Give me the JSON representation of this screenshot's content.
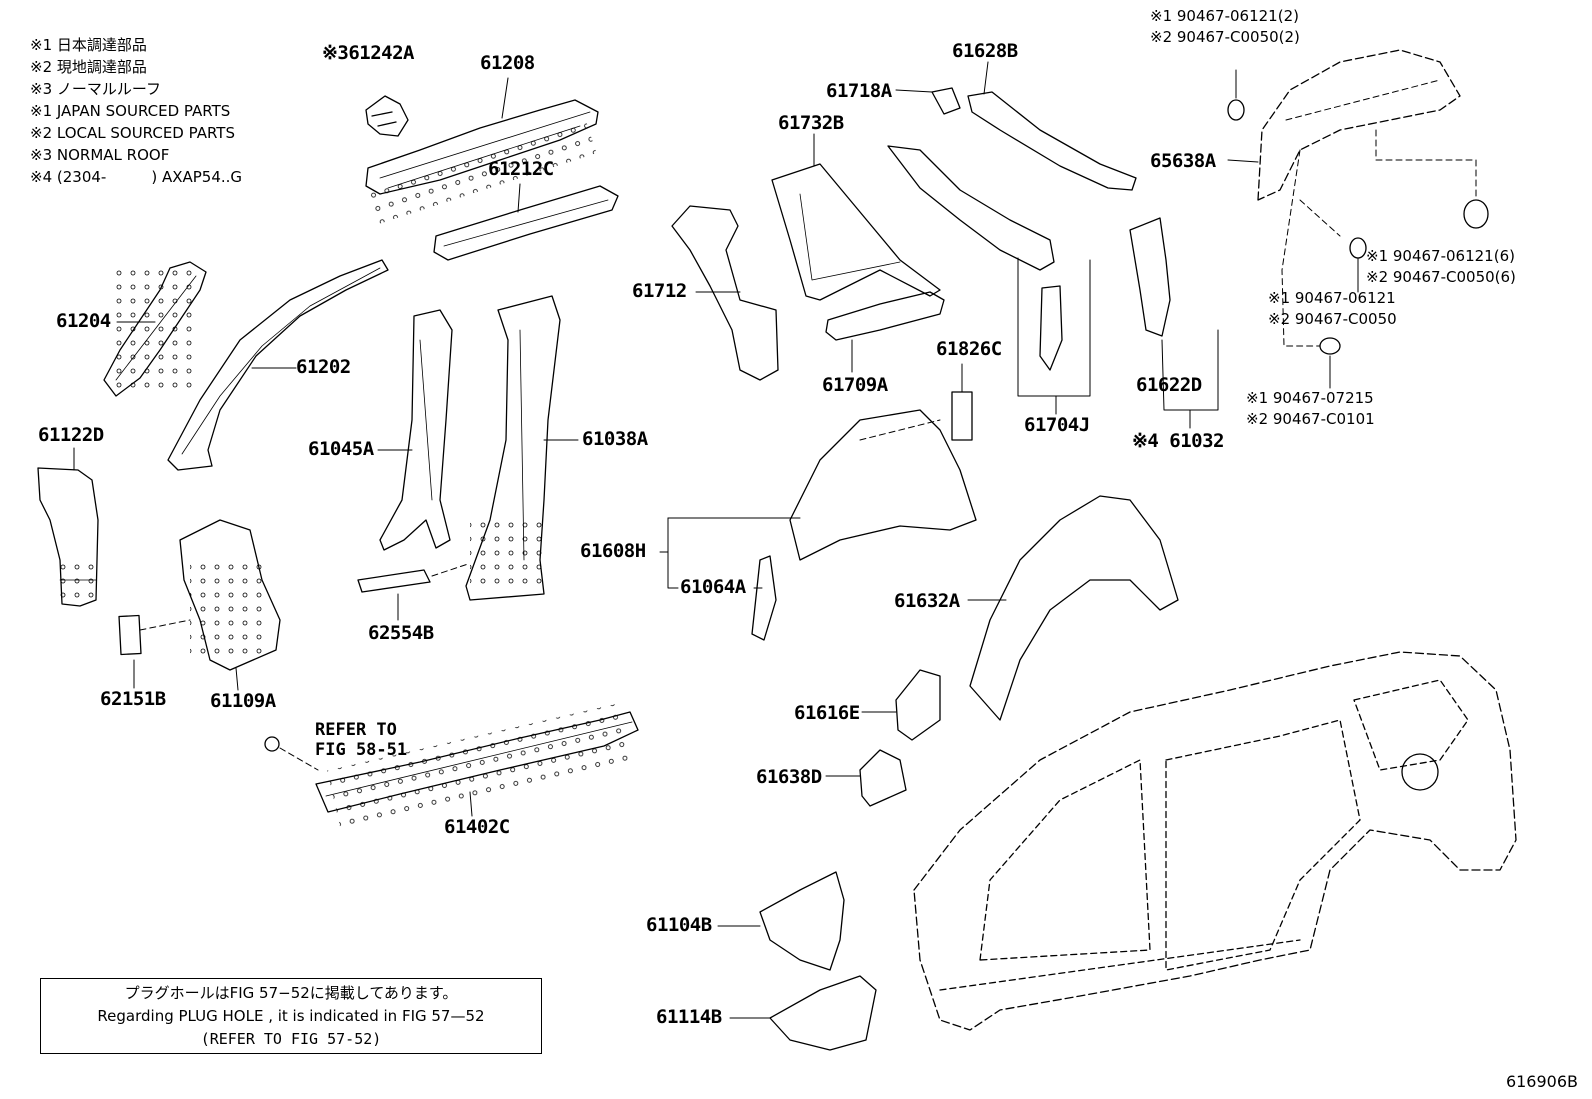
{
  "legend": [
    "※1 日本調達部品",
    "※2 現地調達部品",
    "※3 ノーマルルーフ",
    "※1 JAPAN SOURCED PARTS",
    "※2 LOCAL SOURCED PARTS",
    "※3 NORMAL ROOF",
    "※4 (2304-　　　) AXAP54..G"
  ],
  "part_numbers": {
    "p61242A": "※361242A",
    "p61208": "61208",
    "p61212C": "61212C",
    "p61204": "61204",
    "p61202": "61202",
    "p61122D": "61122D",
    "p61045A": "61045A",
    "p61038A": "61038A",
    "p62554B": "62554B",
    "p62151B": "62151B",
    "p61109A": "61109A",
    "p61402C": "61402C",
    "p61712": "61712",
    "p61732B": "61732B",
    "p61718A": "61718A",
    "p61628B": "61628B",
    "p61709A": "61709A",
    "p61826C": "61826C",
    "p61704J": "61704J",
    "p61622D": "61622D",
    "p61032": "※4 61032",
    "p65638A": "65638A",
    "p61608H": "61608H",
    "p61064A": "61064A",
    "p61632A": "61632A",
    "p61616E": "61616E",
    "p61638D": "61638D",
    "p61104B": "61104B",
    "p61114B": "61114B"
  },
  "fastener_notes": {
    "top_1": "※1 90467-06121(2)",
    "top_2": "※2 90467-C0050(2)",
    "right_1": "※1 90467-06121(6)",
    "right_2": "※2 90467-C0050(6)",
    "mid_1": "※1 90467-06121",
    "mid_2": "※2 90467-C0050",
    "low_1": "※1 90467-07215",
    "low_2": "※2 90467-C0101"
  },
  "refer_line1": "REFER TO",
  "refer_line2": "FIG 58-51",
  "plug_note": {
    "line1": "プラグホールはFIG 57−52に掲載してあります。",
    "line2": "Regarding  PLUG  HOLE , it is indicated in FIG  57—52",
    "line3": "(REFER TO FIG 57-52)"
  },
  "diagram_code": "616906B"
}
